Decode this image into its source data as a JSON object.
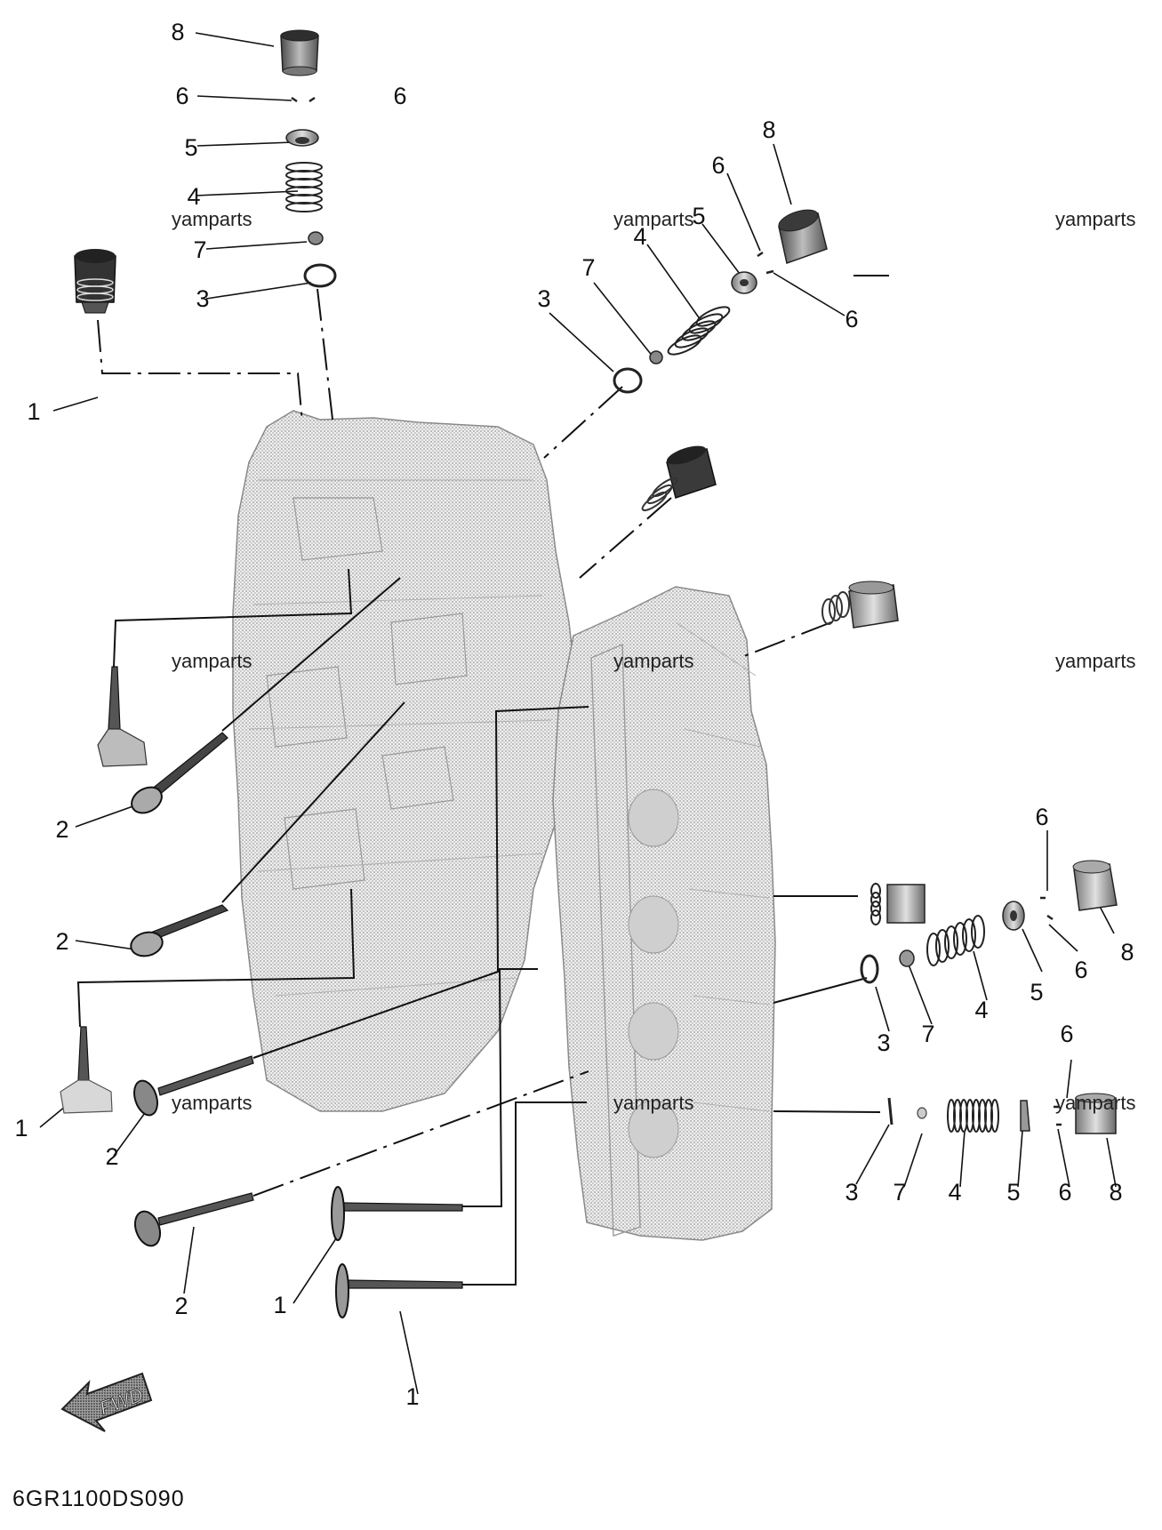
{
  "watermark": "yamparts",
  "diagram_code": "6GR1100DS090",
  "fwd_label": "FWD",
  "callout_labels": [
    "8",
    "6",
    "6",
    "5",
    "4",
    "7",
    "3",
    "8",
    "6",
    "5",
    "4",
    "7",
    "3",
    "6",
    "1",
    "2",
    "2",
    "1",
    "2",
    "2",
    "1",
    "1",
    "6",
    "8",
    "6",
    "5",
    "4",
    "7",
    "3",
    "6",
    "3",
    "7",
    "4",
    "5",
    "6",
    "8"
  ],
  "colors": {
    "ink": "#111111",
    "block_fill": "#e3e3e3",
    "block_stroke": "#7d7d7d",
    "part_dark": "#3a3a3a",
    "part_light": "#bdbdbd"
  },
  "icons": [
    "fwd-arrow-icon"
  ]
}
